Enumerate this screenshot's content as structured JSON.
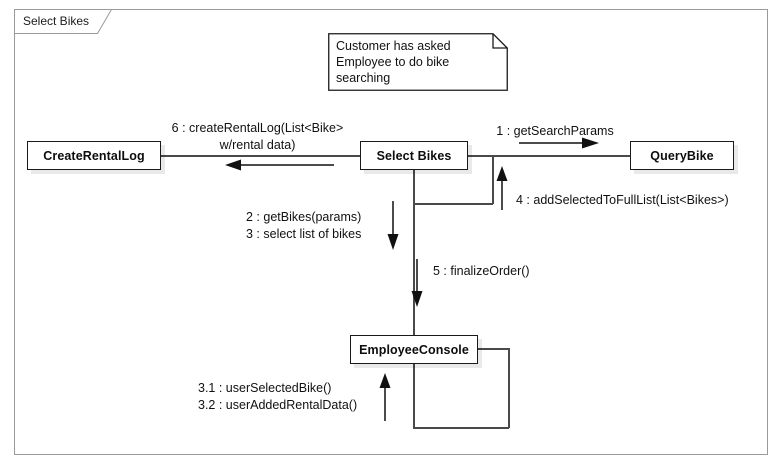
{
  "frame": {
    "label": "Select Bikes"
  },
  "note": {
    "text": "Customer has asked\nEmployee to do bike\nsearching"
  },
  "objects": [
    {
      "id": "createrentallog",
      "label": "CreateRentalLog"
    },
    {
      "id": "selectbikes",
      "label": "Select Bikes"
    },
    {
      "id": "querybike",
      "label": "QueryBike"
    },
    {
      "id": "employeeconsole",
      "label": "EmployeeConsole"
    }
  ],
  "messages": [
    {
      "seq": "6",
      "label": "6 : createRentalLog(List<Bike>\nw/rental data)",
      "direction": "left",
      "from": "selectbikes",
      "to": "createrentallog"
    },
    {
      "seq": "1",
      "label": "1 : getSearchParams",
      "direction": "right",
      "from": "selectbikes",
      "to": "querybike"
    },
    {
      "seq": "4",
      "label": "4 : addSelectedToFullList(List<Bikes>)",
      "direction": "up",
      "from": "selectbikes",
      "to": "selectbikes"
    },
    {
      "seq": "2-3",
      "label": "2 : getBikes(params)\n3 : select list of bikes",
      "direction": "down",
      "from": "selectbikes",
      "to": "employeeconsole"
    },
    {
      "seq": "5",
      "label": "5 : finalizeOrder()",
      "direction": "down",
      "from": "selectbikes",
      "to": "employeeconsole"
    },
    {
      "seq": "3.x",
      "label": "3.1 : userSelectedBike()\n3.2 : userAddedRentalData()",
      "direction": "up",
      "from": "employeeconsole",
      "to": "employeeconsole"
    }
  ],
  "colors": {
    "frame_border": "#9a9a9a",
    "box_border": "#1a1a1a",
    "link_line": "#4a4a4a",
    "arrow": "#111111",
    "text": "#111111",
    "background": "#ffffff"
  }
}
